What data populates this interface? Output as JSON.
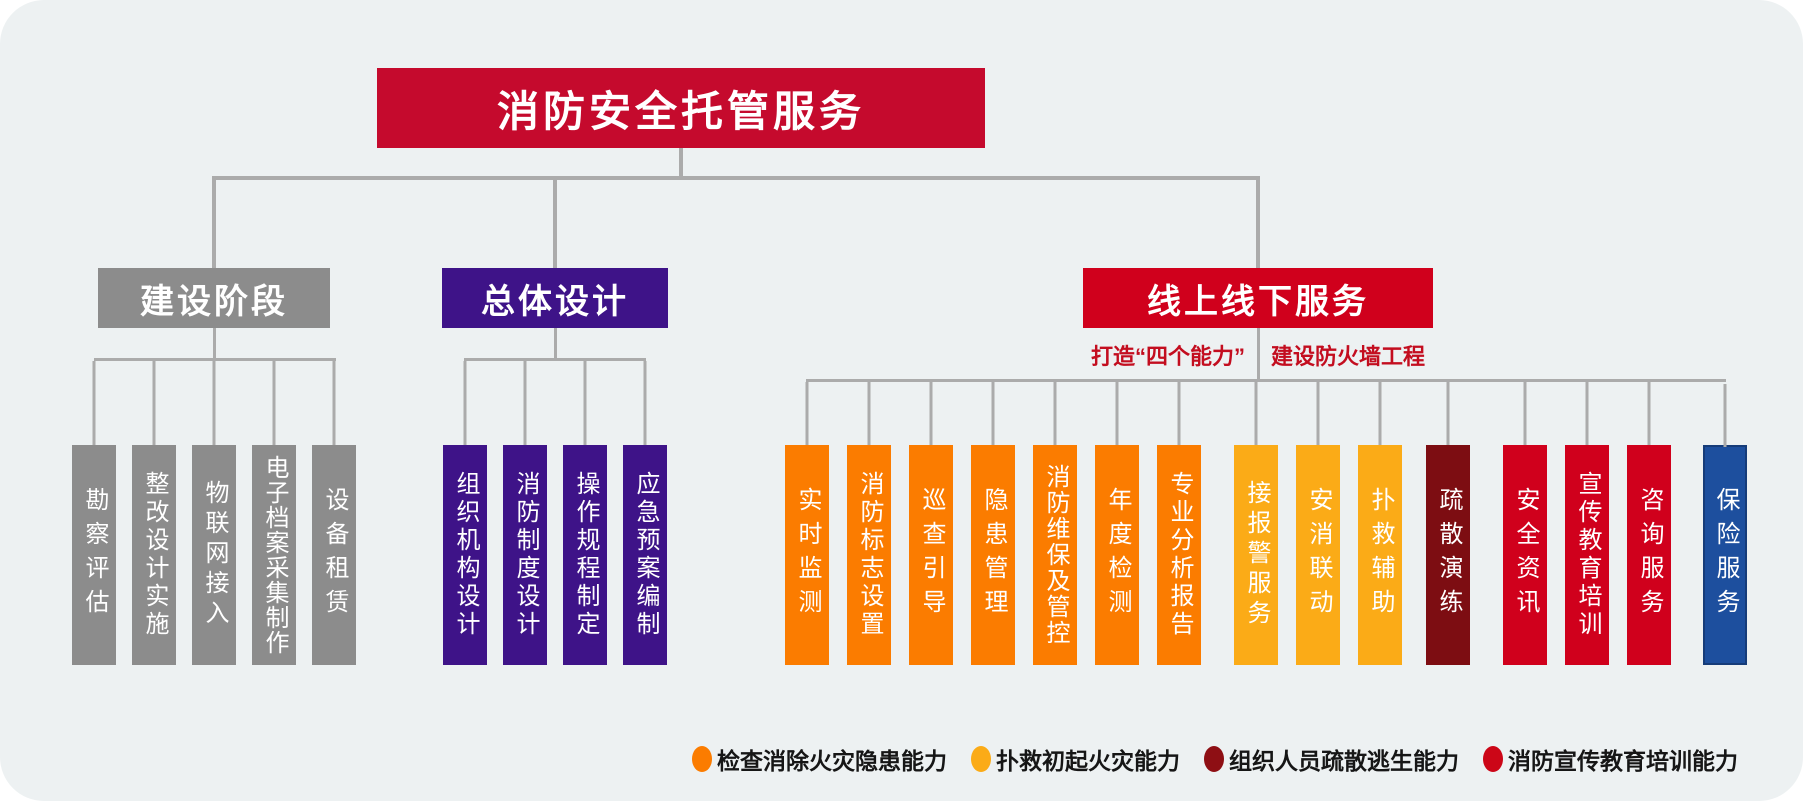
{
  "root": {
    "title": "消防安全托管服务",
    "color": "#c50a2d"
  },
  "branches": {
    "construction": {
      "label": "建设阶段",
      "color": "#8c8c8c",
      "items": [
        "勘察评估",
        "整改设计实施",
        "物联网接入",
        "电子档案采集制作",
        "设备租赁"
      ]
    },
    "design": {
      "label": "总体设计",
      "color": "#3e1388",
      "items": [
        "组织机构设计",
        "消防制度设计",
        "操作规程制定",
        "应急预案编制"
      ]
    },
    "service": {
      "label": "线上线下服务",
      "color": "#d0001c",
      "subtitle_left": "打造“四个能力”",
      "subtitle_right": "建设防火墙工程",
      "groups": [
        {
          "capability": "检查消除火灾隐患能力",
          "color": "#fb7c00",
          "items": [
            "实时监测",
            "消防标志设置",
            "巡查引导",
            "隐患管理",
            "消防维保及管控",
            "年度检测",
            "专业分析报告"
          ]
        },
        {
          "capability": "扑救初起火灾能力",
          "color": "#fbab17",
          "items": [
            "接报警服务",
            "安消联动",
            "扑救辅助"
          ]
        },
        {
          "capability": "组织人员疏散逃生能力",
          "color": "#7d0d12",
          "items": [
            "疏散演练"
          ]
        },
        {
          "capability": "消防宣传教育培训能力",
          "color": "#cc0617",
          "items": [
            "安全资讯",
            "宣传教育培训",
            "咨询服务"
          ]
        },
        {
          "capability": "",
          "color": "#1d4f9e",
          "items": [
            "保险服务"
          ]
        }
      ]
    }
  },
  "legend": [
    {
      "label": "检查消除火灾隐患能力",
      "color": "#fb7c00"
    },
    {
      "label": "扑救初起火灾能力",
      "color": "#fbab17"
    },
    {
      "label": "组织人员疏散逃生能力",
      "color": "#8e0f14"
    },
    {
      "label": "消防宣传教育培训能力",
      "color": "#cc0617"
    }
  ]
}
